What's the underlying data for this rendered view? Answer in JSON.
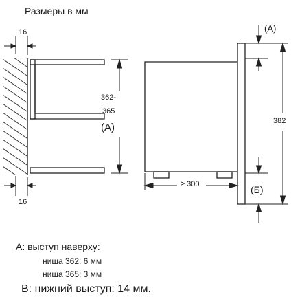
{
  "header": {
    "title": "Размеры в мм"
  },
  "left_view": {
    "dim_top": "16",
    "dim_bottom": "16",
    "niche_height_top": "362-",
    "niche_height_bottom": "365",
    "niche_height_ref": "(A)"
  },
  "right_view": {
    "depth_label": "≥ 300",
    "top_marker": "(A)",
    "height_label": "382",
    "bottom_marker": "(Б)"
  },
  "notes": {
    "a_heading": "A: выступ наверху:",
    "a_line1": "ниша 362: 6 мм",
    "a_line2": "ниша 365: 3 мм",
    "b_line": "B: нижний выступ: 14 мм."
  }
}
